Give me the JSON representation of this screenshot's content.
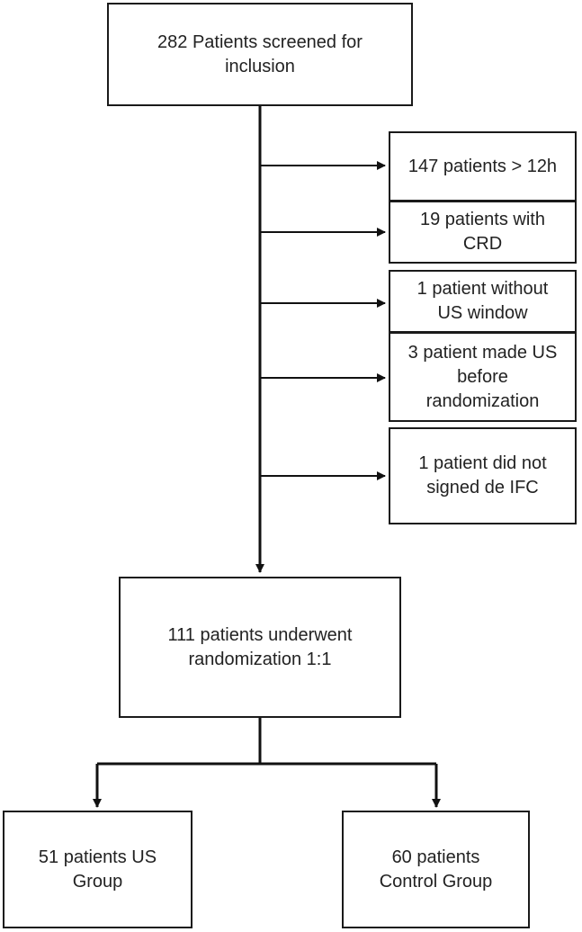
{
  "screened": "282 Patients screened for\ninclusion",
  "exclusions": [
    "147 patients > 12h",
    "19 patients with\nCRD",
    "1 patient without\nUS window",
    "3 patient made US\nbefore\nrandomization",
    "1 patient did not\nsigned de IFC"
  ],
  "randomized": "111 patients underwent\nrandomization 1:1",
  "groups": {
    "us": "51 patients US\nGroup",
    "control": "60 patients\nControl Group"
  }
}
